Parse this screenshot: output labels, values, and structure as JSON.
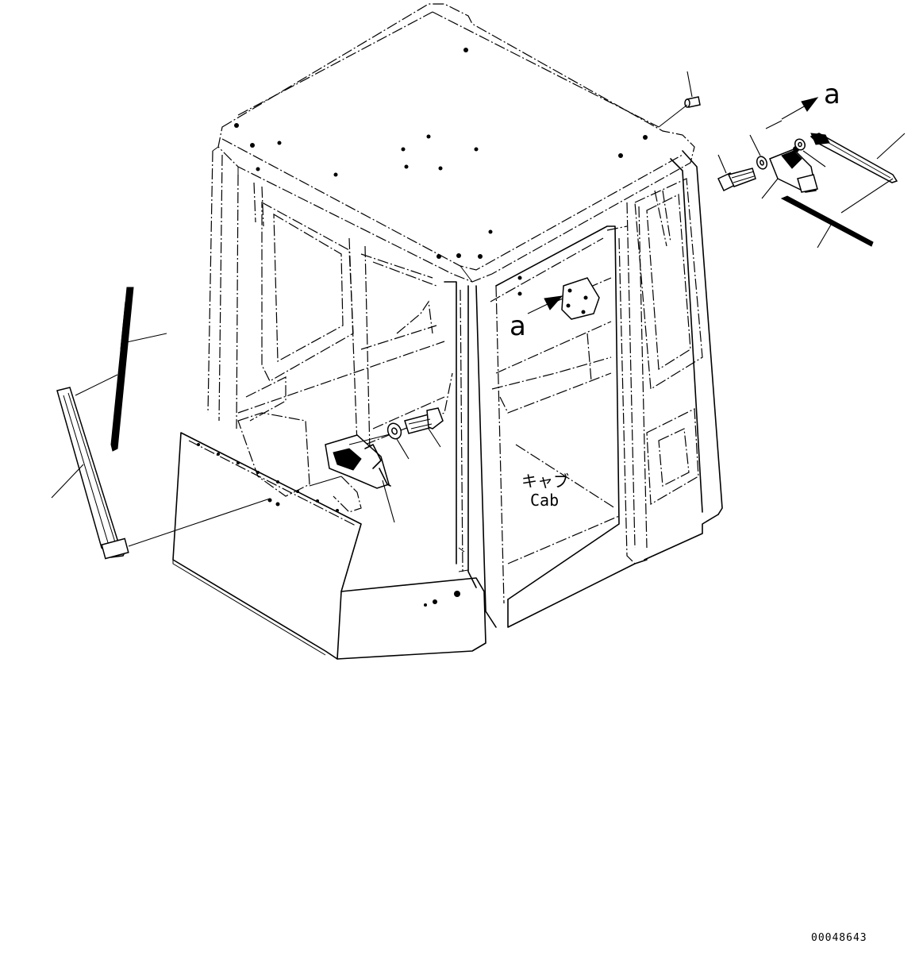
{
  "labels": {
    "cab_jp": "キャブ",
    "cab_en": "Cab",
    "view_ref_top": "a",
    "view_ref_mid": "a",
    "drawing_number": "00048643"
  },
  "parts": [
    {
      "name": "wiper-blade-front"
    },
    {
      "name": "wiper-arm-front"
    },
    {
      "name": "wiper-motor-front"
    },
    {
      "name": "washer-front"
    },
    {
      "name": "bolt-front"
    },
    {
      "name": "nozzle"
    },
    {
      "name": "bolt-rear"
    },
    {
      "name": "washer-rear"
    },
    {
      "name": "wiper-motor-rear"
    },
    {
      "name": "wiper-arm-rear"
    },
    {
      "name": "wiper-blade-rear"
    }
  ]
}
